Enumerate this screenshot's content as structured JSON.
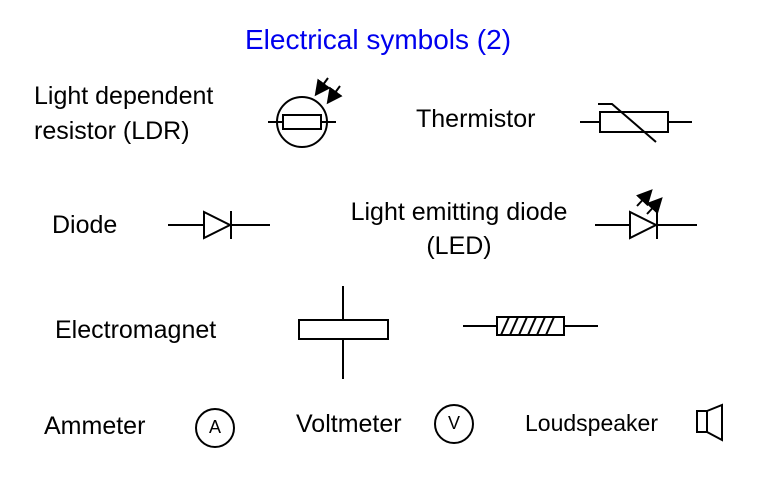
{
  "title": "Electrical symbols (2)",
  "title_color": "#0000ee",
  "text_color": "#000000",
  "labels": {
    "ldr_line1": "Light dependent",
    "ldr_line2": "resistor (LDR)",
    "thermistor": "Thermistor",
    "diode": "Diode",
    "led_line1": "Light emitting diode",
    "led_line2": "(LED)",
    "electromagnet": "Electromagnet",
    "ammeter": "Ammeter",
    "voltmeter": "Voltmeter",
    "loudspeaker": "Loudspeaker"
  },
  "meters": {
    "ammeter_letter": "A",
    "voltmeter_letter": "V"
  }
}
